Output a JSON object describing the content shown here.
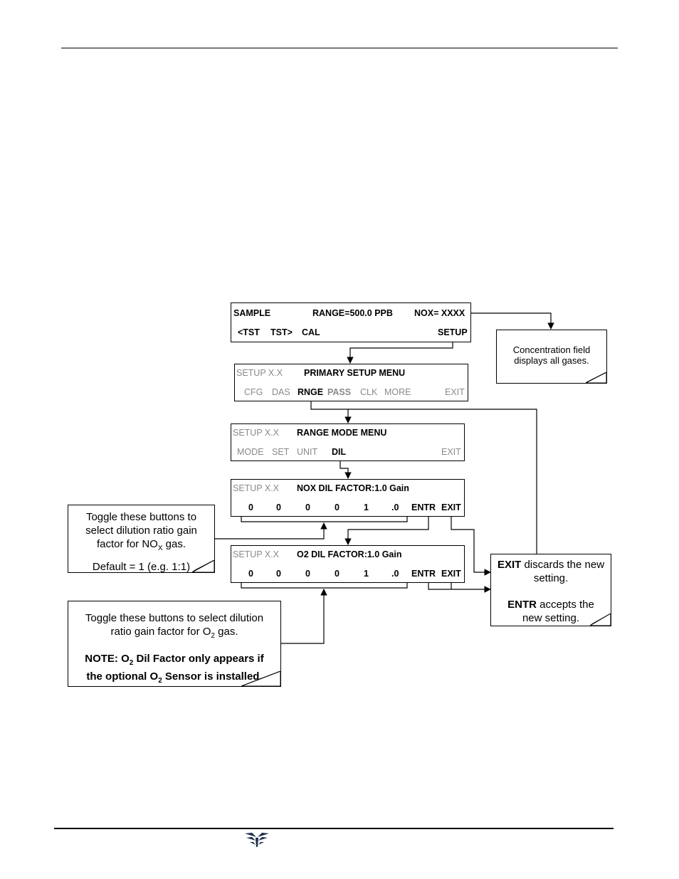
{
  "screens": [
    {
      "id": "sample",
      "line1": {
        "mode": "SAMPLE",
        "range": "RANGE=500.0 PPB",
        "conc": "NOX= XXXX"
      },
      "line2": {
        "keys": [
          "<TST",
          "TST>",
          "CAL",
          "SETUP"
        ]
      }
    },
    {
      "id": "primary-setup",
      "line1": {
        "mode": "SETUP X.X",
        "title": "PRIMARY SETUP MENU"
      },
      "line2": {
        "keys": [
          "CFG",
          "DAS",
          "RNGE",
          "PASS",
          "CLK",
          "MORE",
          "EXIT"
        ]
      }
    },
    {
      "id": "range-mode",
      "line1": {
        "mode": "SETUP X.X",
        "title": "RANGE MODE MENU"
      },
      "line2": {
        "keys": [
          "MODE",
          "SET",
          "UNIT",
          "DIL",
          "EXIT"
        ]
      }
    },
    {
      "id": "nox-dil",
      "line1": {
        "mode": "SETUP X.X",
        "title": "NOX DIL FACTOR:1.0 Gain"
      },
      "line2": {
        "keys": [
          "0",
          "0",
          "0",
          "0",
          "1",
          ".0",
          "ENTR",
          "EXIT"
        ]
      }
    },
    {
      "id": "o2-dil",
      "line1": {
        "mode": "SETUP X.X",
        "title": "O2 DIL FACTOR:1.0 Gain"
      },
      "line2": {
        "keys": [
          "0",
          "0",
          "0",
          "0",
          "1",
          ".0",
          "ENTR",
          "EXIT"
        ]
      }
    }
  ],
  "notes": {
    "concentration": "Concentration field displays all gases.",
    "nox_toggle": {
      "line1": "Toggle these buttons to",
      "line2": "select dilution ratio gain",
      "line3_pre": "factor for NO",
      "line3_sub": "X",
      "line3_post": " gas.",
      "default": "Default = 1 (e.g. 1:1)"
    },
    "o2_toggle": {
      "line1": "Toggle these buttons to select dilution",
      "line2_pre": "ratio gain factor for O",
      "line2_sub": "2",
      "line2_post": " gas.",
      "note_pre": "NOTE:  O",
      "note_sub": "2",
      "note_post": " Dil Factor only appears if",
      "note2_pre": "the optional O",
      "note2_sub": "2",
      "note2_post": " Sensor is installed."
    },
    "exit_entr": {
      "exit_key": "EXIT",
      "exit_text": " discards the new",
      "exit_text2": "setting.",
      "entr_key": "ENTR",
      "entr_text": " accepts the",
      "entr_text2": "new setting."
    }
  }
}
